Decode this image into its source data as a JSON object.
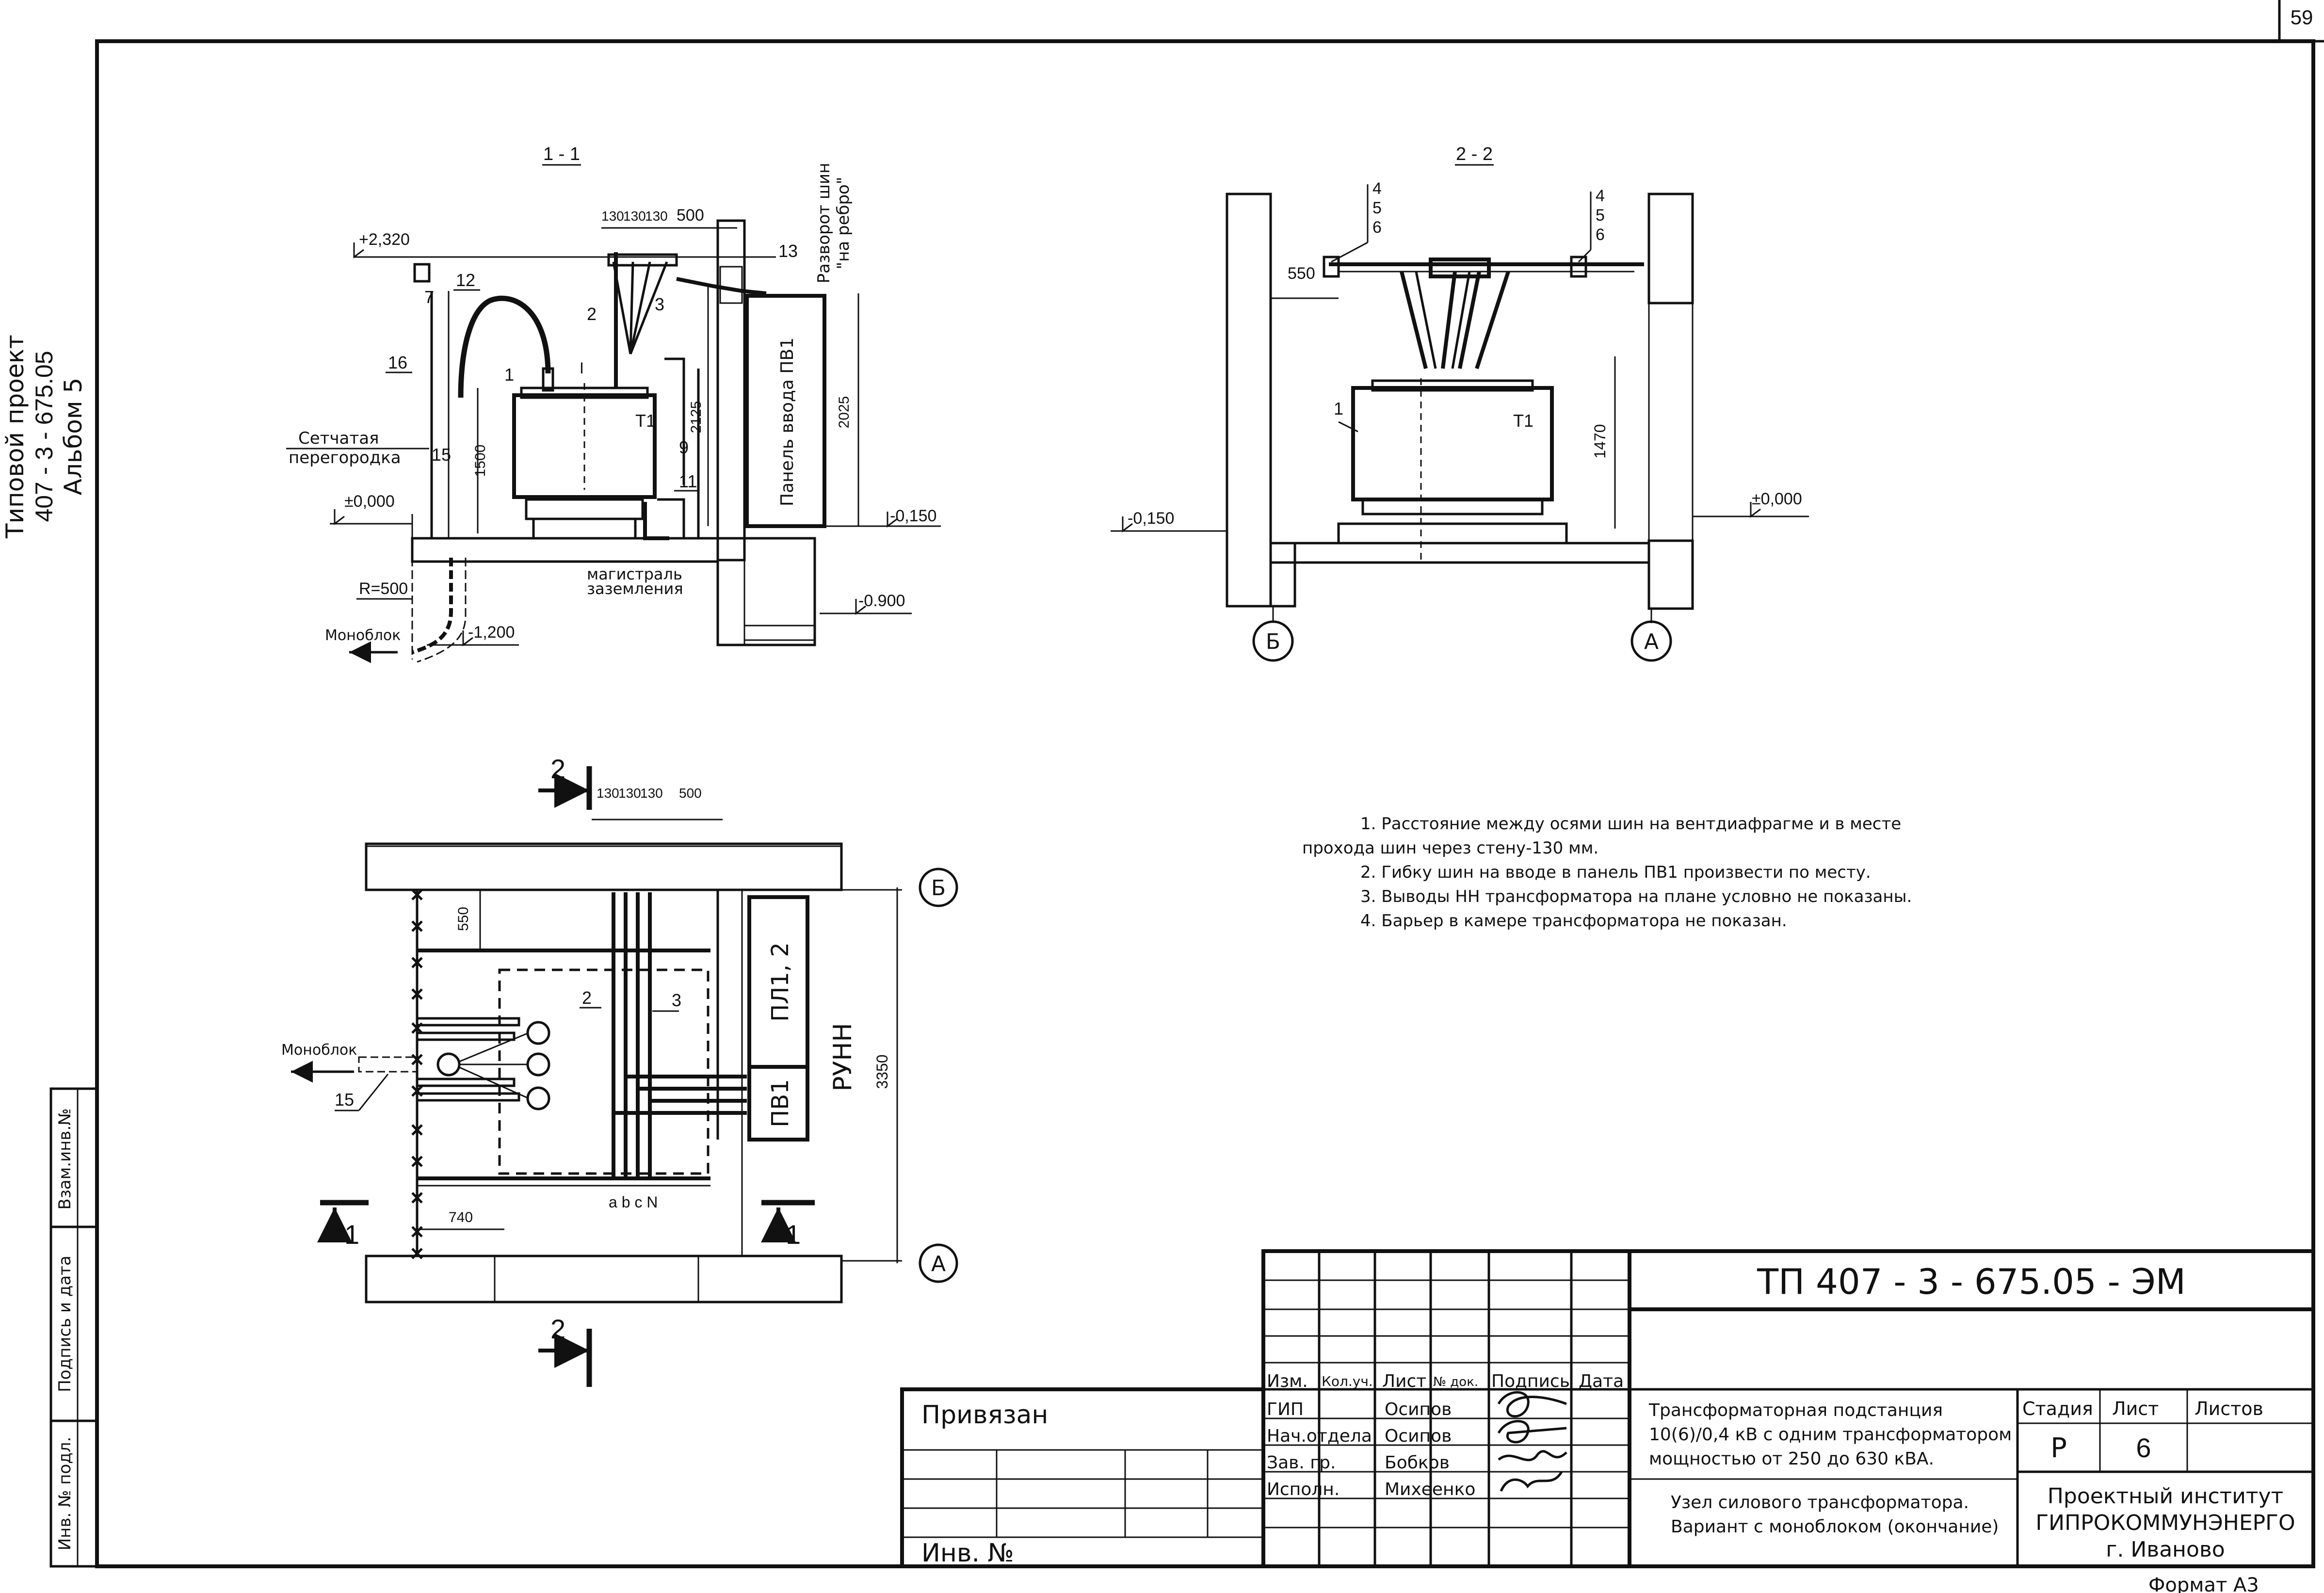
{
  "page": {
    "number": "59",
    "format": "Формат А3"
  },
  "spine": {
    "project": "Типовой проект",
    "code": "407 - 3 - 675.05",
    "album": "Альбом 5",
    "box1": "Взам.инв.№",
    "box2": "Подпись и дата",
    "box3": "Инв. № подл."
  },
  "section_1_1": {
    "title": "1 - 1",
    "elev_top": "+2,320",
    "elev_zero": "±0,000",
    "elev_m0150": "-0,150",
    "elev_m0900": "-0.900",
    "elev_m1200": "-1,200",
    "radius": "R=500",
    "monoblock": "Моноблок",
    "mesh_partition": "Сетчатая\nперегородка",
    "mesh_1": "Сетчатая",
    "mesh_2": "перегородка",
    "ground_1": "магистраль",
    "ground_2": "заземления",
    "busbar_turn_1": "Разворот шин",
    "busbar_turn_2": "\"на ребро\"",
    "panel": "Панель ввода ПВ1",
    "transformer": "T1",
    "dims": [
      "130",
      "130",
      "130",
      "500",
      "2125",
      "2025",
      "1500"
    ],
    "callouts": [
      "12",
      "7",
      "16",
      "1",
      "2",
      "3",
      "13",
      "9",
      "15",
      "11"
    ],
    "small_i": "I"
  },
  "section_2_2": {
    "title": "2 - 2",
    "dim_550": "550",
    "dim_1470": "1470",
    "elev_m0150": "-0,150",
    "elev_zero": "±0,000",
    "transformer": "T1",
    "callouts_left": [
      "4",
      "5",
      "6"
    ],
    "callouts_right": [
      "4",
      "5",
      "6"
    ],
    "callout_1": "1",
    "axis_b": "Б",
    "axis_a": "А"
  },
  "plan": {
    "cut_2_top": "2",
    "cut_2_bottom": "2",
    "cut_1_left": "1",
    "cut_1_right": "1",
    "dims_top": [
      "130",
      "130",
      "130",
      "500"
    ],
    "dim_550": "550",
    "dim_740": "740",
    "dim_3350": "3350",
    "panel_pl": "ПЛ1, 2",
    "panel_pv": "ПВ1",
    "runn": "РУНН",
    "monoblock": "Моноблок",
    "callout_15": "15",
    "callout_2": "2",
    "callout_3": "3",
    "phases": "a b c N",
    "axis_b": "Б",
    "axis_a": "А"
  },
  "notes": [
    "1. Расстояние между осями шин на вентдиафрагме и в месте",
    "прохода шин через стену-130 мм.",
    "2. Гибку шин на вводе в панель ПВ1 произвести по месту.",
    "3. Выводы НН трансформатора на плане условно не показаны.",
    "4. Барьер в камере трансформатора не показан."
  ],
  "title_block": {
    "doc_code": "ТП  407 - 3 - 675.05 - ЭМ",
    "bound": "Привязан",
    "inv_no": "Инв. №",
    "col_headers": [
      "Изм.",
      "Кол.уч.",
      "Лист",
      "№ док.",
      "Подпись",
      "Дата"
    ],
    "roles": [
      {
        "role": "ГИП",
        "name": "Осипов"
      },
      {
        "role": "Нач.отдела",
        "name": "Осипов"
      },
      {
        "role": "Зав. гр.",
        "name": "Бобков"
      },
      {
        "role": "Исполн.",
        "name": "Михеенко"
      }
    ],
    "object_1": "Трансформаторная подстанция",
    "object_2": "10(6)/0,4 кВ с одним трансформатором",
    "object_3": "мощностью от 250 до 630 кВА.",
    "sheet_title_1": "Узел силового трансформатора.",
    "sheet_title_2": "Вариант с моноблоком (окончание)",
    "stage_label": "Стадия",
    "sheet_label": "Лист",
    "sheets_label": "Листов",
    "stage": "Р",
    "sheet": "6",
    "sheets": "",
    "org_1": "Проектный институт",
    "org_2": "ГИПРОКОММУНЭНЕРГО",
    "org_3": "г. Иваново"
  }
}
